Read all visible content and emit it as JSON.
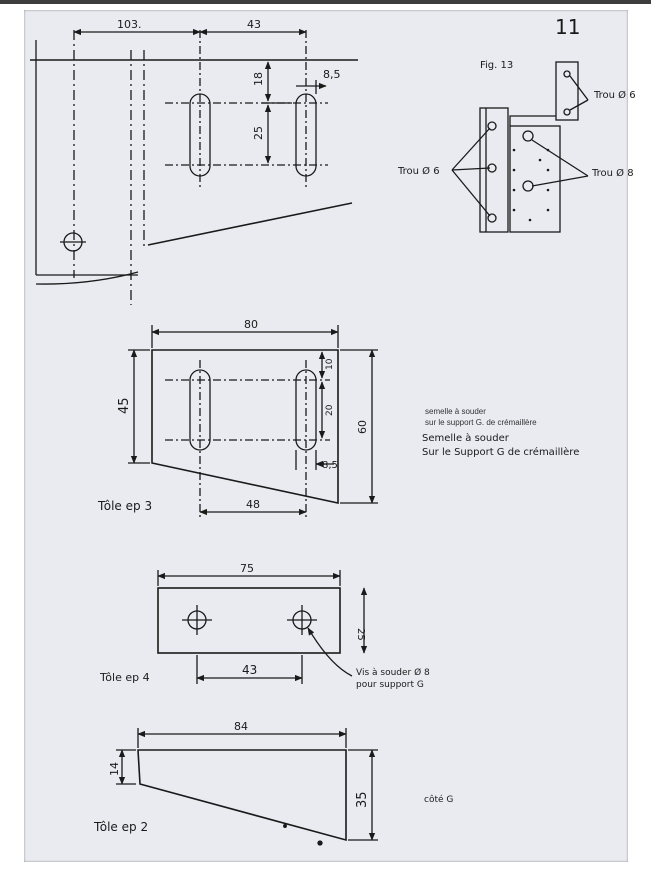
{
  "page": {
    "number": "11"
  },
  "fig13": {
    "label": "Fig. 13",
    "trou6_left": "Trou Ø 6",
    "trou6_right": "Trou Ø 6",
    "trou8": "Trou Ø 8"
  },
  "top_part": {
    "dim_103": "103.",
    "dim_43": "43",
    "dim_18": "18",
    "dim_8_5": "8,5",
    "dim_25": "25"
  },
  "part_ep3": {
    "label": "Tôle ep 3",
    "dim_80": "80",
    "dim_45": "45",
    "dim_60": "60",
    "dim_10": "10",
    "dim_20": "20",
    "dim_8_5": "8,5",
    "dim_48": "48"
  },
  "note": {
    "printed_1": "semelle à souder",
    "printed_2": "sur le support G. de crémaillère",
    "hand_1": "Semelle à souder",
    "hand_2": "Sur le Support G de crémaillère"
  },
  "part_ep4": {
    "label": "Tôle ep 4",
    "dim_75": "75",
    "dim_25": "25",
    "dim_43": "43",
    "callout_1": "Vis à souder Ø 8",
    "callout_2": "pour support G"
  },
  "part_ep2": {
    "label": "Tôle ep 2",
    "dim_84": "84",
    "dim_14": "14",
    "dim_35": "35",
    "side": "côté G"
  }
}
